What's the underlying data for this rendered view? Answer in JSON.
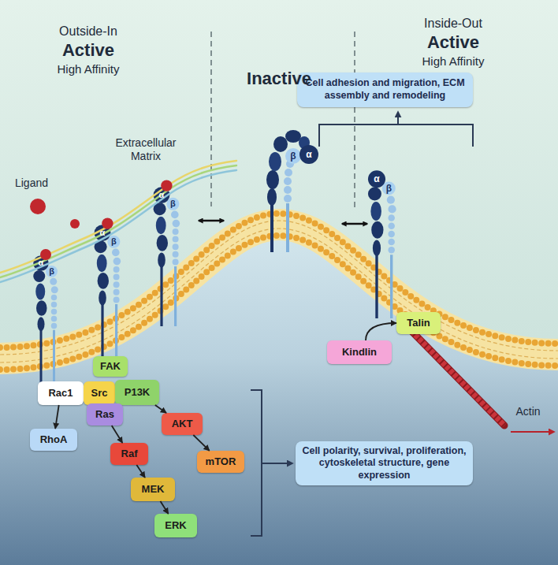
{
  "diagram": {
    "nodes": [
      {
        "text": [
          "Cell adhesion and migration, ECM assembly and remodeling"
        ]
      },
      {
        "text": [
          "FAK"
        ]
      },
      {
        "text": [
          "Rac1"
        ]
      },
      {
        "text": [
          "Src"
        ]
      },
      {
        "text": [
          "P13K"
        ]
      },
      {
        "text": [
          "Ras"
        ]
      },
      {
        "text": [
          "RhoA"
        ]
      },
      {
        "text": [
          "AKT"
        ]
      },
      {
        "text": [
          "mTOR"
        ]
      },
      {
        "text": [
          "Raf"
        ]
      },
      {
        "text": [
          "MEK"
        ]
      },
      {
        "text": [
          "ERK"
        ]
      },
      {
        "text": [
          "Kindlin"
        ]
      },
      {
        "text": [
          "Talin"
        ]
      },
      {
        "text": [
          "Cell polarity, survival, proliferation, cytoskeletal structure, gene expression"
        ]
      }
    ],
    "edges": [
      {
        "from": 2,
        "to": 6,
        "arrow": "to"
      },
      {
        "from": 4,
        "to": 7,
        "arrow": "to"
      },
      {
        "from": 7,
        "to": 8,
        "arrow": "to"
      },
      {
        "from": 5,
        "to": 9,
        "arrow": "to"
      },
      {
        "from": 9,
        "to": 10,
        "arrow": "to"
      },
      {
        "from": 10,
        "to": 11,
        "arrow": "to"
      },
      {
        "from": 12,
        "to": 13,
        "arrow": "to"
      }
    ],
    "labels": [
      "Outside-In",
      "Active",
      "High Affinity",
      "Inactive",
      "Inside-Out",
      "Active",
      "High Affinity",
      "Ligand",
      "Extracellular Matrix",
      "α",
      "β",
      "α",
      "β",
      "α",
      "β",
      "β",
      "α",
      "α",
      "β",
      "Actin"
    ]
  }
}
